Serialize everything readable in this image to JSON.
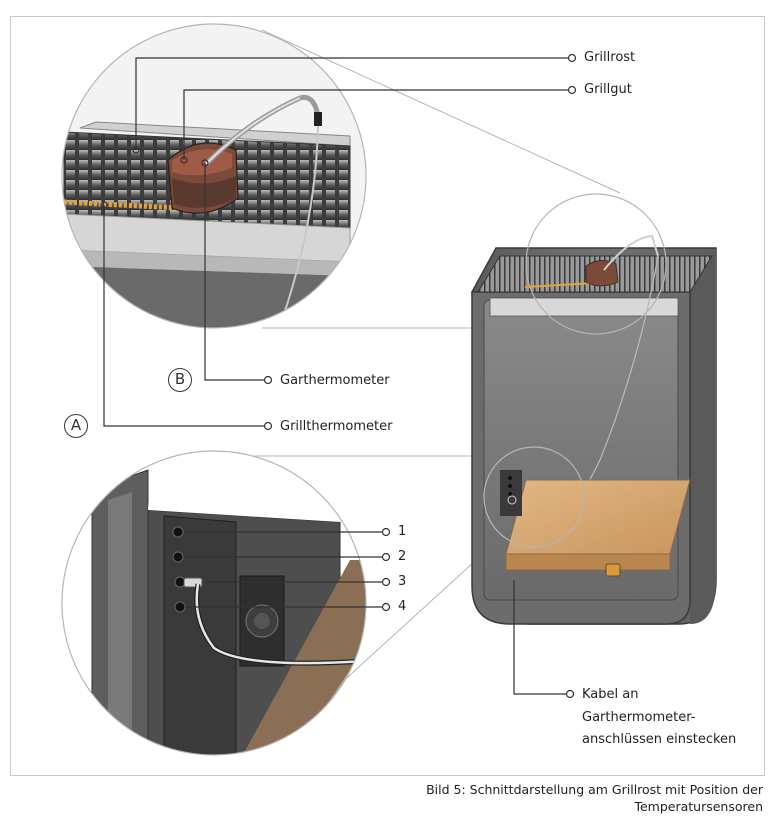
{
  "labels": {
    "grillrost": "Grillrost",
    "grillgut": "Grillgut",
    "garthermometer": "Garthermometer",
    "grillthermometer": "Grillthermometer",
    "port_1": "1",
    "port_2": "2",
    "port_3": "3",
    "port_4": "4",
    "kabel_line1": "Kabel an",
    "kabel_line2": "Garthermometer-",
    "kabel_line3": "anschlüssen einstecken"
  },
  "callouts": {
    "a": "A",
    "b": "B"
  },
  "caption": {
    "line1": "Bild 5: Schnittdarstellung am Grillrost mit  Position der",
    "line2": "Temperatursensoren"
  },
  "colors": {
    "steel": "#6e6e6e",
    "steel_dark": "#4a4a4a",
    "wood": "#d7a56f",
    "meat": "#7a4a3a",
    "sensor": "#e8a13a",
    "leader": "#333333"
  }
}
